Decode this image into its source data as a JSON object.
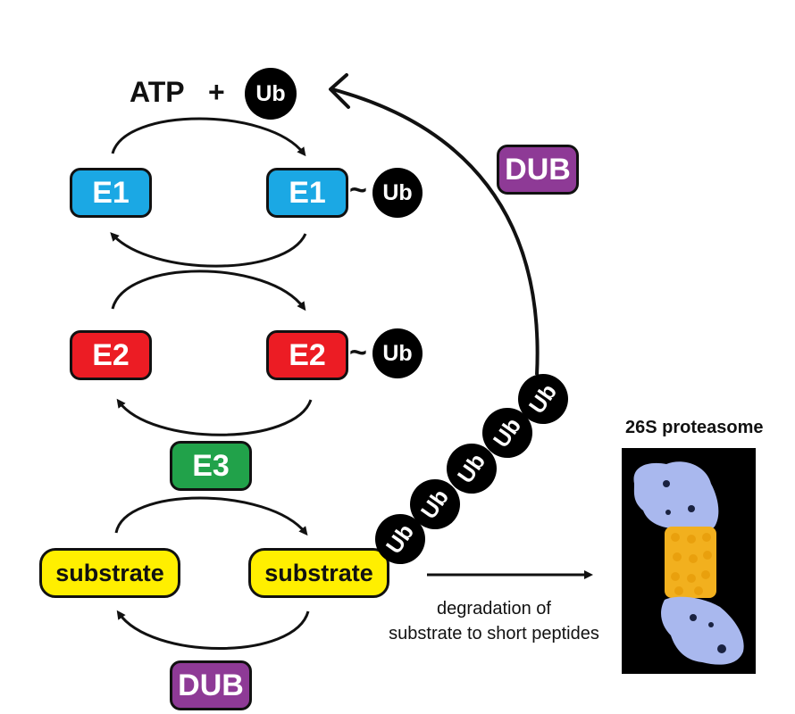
{
  "diagram": {
    "title": "Ubiquitin-proteasome pathway",
    "atp_label": "ATP",
    "plus_label": "+",
    "ub_label": "Ub",
    "tilde": "~",
    "enzymes": {
      "e1_left": "E1",
      "e1_right": "E1",
      "e2_left": "E2",
      "e2_right": "E2",
      "e3": "E3"
    },
    "substrate_left": "substrate",
    "substrate_right": "substrate",
    "dub_top": "DUB",
    "dub_bottom": "DUB",
    "polyub_chain": [
      "Ub",
      "Ub",
      "Ub",
      "Ub",
      "Ub"
    ],
    "degradation_line1": "degradation of",
    "degradation_line2": "substrate to short peptides",
    "proteasome_title": "26S proteasome",
    "colors": {
      "e1": "#1ba8e4",
      "e2": "#ec1c24",
      "e3": "#21a24a",
      "substrate": "#ffef00",
      "dub": "#8e3a96",
      "ub": "#000000",
      "proteasome_cap": "#a9b8ee",
      "proteasome_core": "#f2b01e"
    }
  }
}
